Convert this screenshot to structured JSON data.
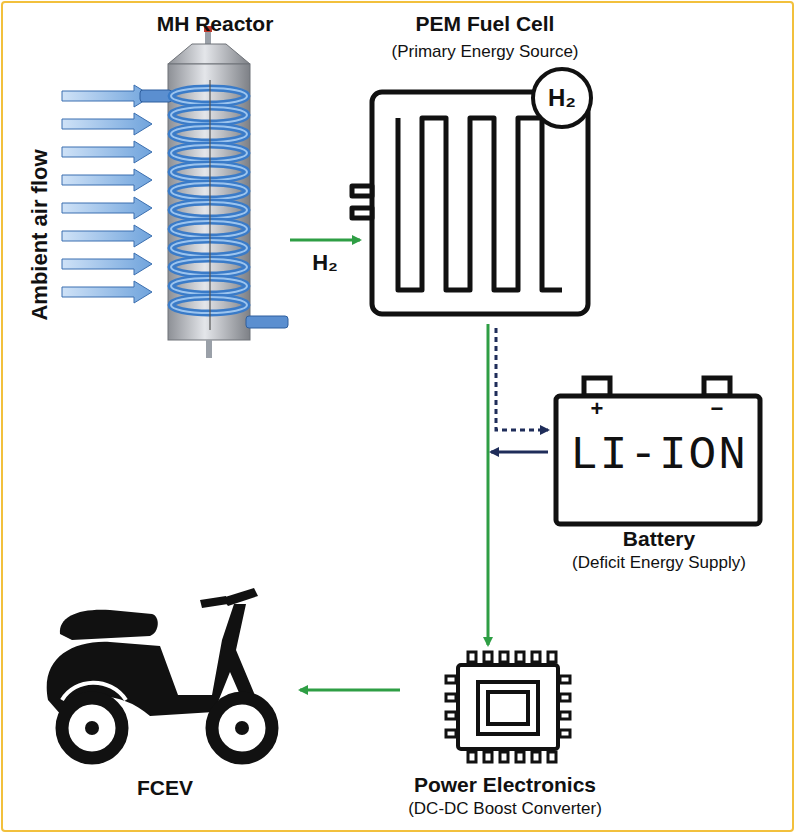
{
  "diagram": {
    "nodes": [
      {
        "text": [
          "MH Reactor"
        ]
      },
      {
        "text": [
          "PEM Fuel Cell",
          "(Primary Energy Source)"
        ]
      },
      {
        "text": [
          "+",
          "−",
          "LI-ION",
          "Battery",
          "(Deficit Energy Supply)"
        ]
      },
      {
        "text": [
          "Power Electronics",
          "(DC-DC Boost Converter)"
        ]
      },
      {
        "text": [
          "FCEV"
        ]
      }
    ],
    "edges": [
      {
        "from": 0,
        "to": 1,
        "arrow": "to",
        "label": "H₂"
      },
      {
        "from": 1,
        "to": 3,
        "arrow": "to"
      },
      {
        "from": 1,
        "to": 2,
        "arrow": "to"
      },
      {
        "from": 2,
        "to": 3,
        "arrow": "to"
      },
      {
        "from": 3,
        "to": 4,
        "arrow": "to"
      }
    ],
    "labels": [
      "Ambient air flow",
      "H₂"
    ]
  }
}
